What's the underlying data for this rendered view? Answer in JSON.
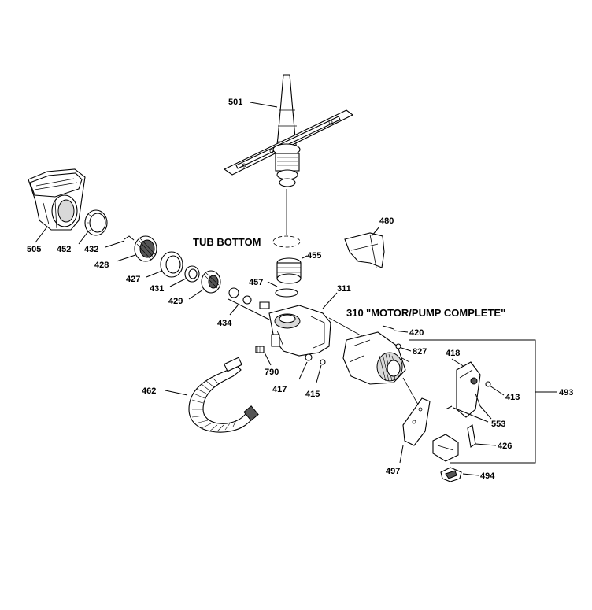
{
  "diagram": {
    "callouts": {
      "c501": "501",
      "c505": "505",
      "c452": "452",
      "c432": "432",
      "c428": "428",
      "c427": "427",
      "c431": "431",
      "c429": "429",
      "c434": "434",
      "c455": "455",
      "c457": "457",
      "c311": "311",
      "c480": "480",
      "c420": "420",
      "c827": "827",
      "c790": "790",
      "c417": "417",
      "c415": "415",
      "c462": "462",
      "c418": "418",
      "c413": "413",
      "c553": "553",
      "c493": "493",
      "c426": "426",
      "c497": "497",
      "c494": "494"
    },
    "tub_bottom": "TUB BOTTOM",
    "motor_pump_prefix": "310",
    "motor_pump": "\"MOTOR/PUMP COMPLETE\""
  }
}
